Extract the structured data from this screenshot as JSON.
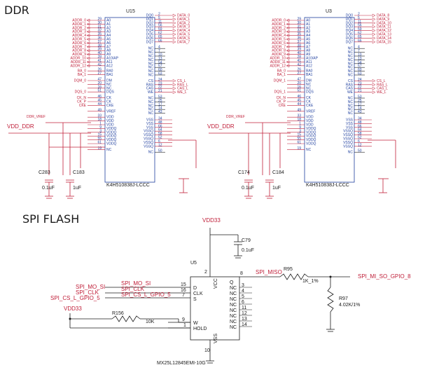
{
  "sections": {
    "ddr": "DDR",
    "spi": "SPI FLASH"
  },
  "ddr": {
    "u15": {
      "ref": "U15",
      "part": "K4H510838J-LCCC",
      "left_pins": [
        {
          "net": "ADDR_0",
          "num": "29",
          "name": "A0"
        },
        {
          "net": "ADDR_1",
          "num": "30",
          "name": "A1"
        },
        {
          "net": "ADDR_2",
          "num": "31",
          "name": "A2"
        },
        {
          "net": "ADDR_3",
          "num": "32",
          "name": "A3"
        },
        {
          "net": "ADDR_4",
          "num": "35",
          "name": "A4"
        },
        {
          "net": "ADDR_5",
          "num": "36",
          "name": "A5"
        },
        {
          "net": "ADDR_6",
          "num": "37",
          "name": "A6"
        },
        {
          "net": "ADDR_7",
          "num": "38",
          "name": "A7"
        },
        {
          "net": "ADDR_8",
          "num": "39",
          "name": "A8"
        },
        {
          "net": "ADDR_9",
          "num": "40",
          "name": "A9"
        },
        {
          "net": "ADDR_10",
          "num": "28",
          "name": "A10/AP"
        },
        {
          "net": "ADDR_11",
          "num": "41",
          "name": "A11"
        },
        {
          "net": "ADDR_12",
          "num": "42",
          "name": "A12"
        }
      ],
      "ba_pins": [
        {
          "net": "BA_0",
          "num": "26",
          "name": "BA0"
        },
        {
          "net": "BA_1",
          "num": "27",
          "name": "BA1"
        }
      ],
      "dm_pins": [
        {
          "net": "DQM_0",
          "num": "47",
          "name": "DM"
        },
        {
          "net": "",
          "num": "20",
          "name": "NC"
        },
        {
          "net": "",
          "num": "16",
          "name": "NC"
        },
        {
          "net": "DQS_0",
          "num": "51",
          "name": "DQS"
        }
      ],
      "clk_pins": [
        {
          "net": "CK_N",
          "num": "46",
          "name": "CK"
        },
        {
          "net": "CK_P",
          "num": "45",
          "name": "CK"
        },
        {
          "net": "CKE",
          "num": "44",
          "name": "CKE"
        }
      ],
      "vref": {
        "net": "DDR_VREF",
        "num": "49",
        "name": "VREF"
      },
      "vdd_pins": [
        {
          "num": "33",
          "name": "VDD"
        },
        {
          "num": "18",
          "name": "VDD"
        },
        {
          "num": "1",
          "name": "VDD"
        },
        {
          "num": "9",
          "name": "VDDQ"
        },
        {
          "num": "3",
          "name": "VDDQ"
        },
        {
          "num": "15",
          "name": "VDDQ"
        },
        {
          "num": "55",
          "name": "VDDQ"
        },
        {
          "num": "61",
          "name": "VDDQ"
        }
      ],
      "nc19": {
        "num": "19",
        "name": "NC"
      },
      "right_dq": [
        {
          "name": "DQ0",
          "num": "2",
          "net": "DATA_0"
        },
        {
          "name": "DQ1",
          "num": "5",
          "net": "DATA_1"
        },
        {
          "name": "DQ2",
          "num": "11",
          "net": "DATA_2"
        },
        {
          "name": "DQ3",
          "num": "56",
          "net": "DATA_3"
        },
        {
          "name": "DQ4",
          "num": "59",
          "net": "DATA_4"
        },
        {
          "name": "DQ5",
          "num": "62",
          "net": "DATA_5"
        },
        {
          "name": "DQ6",
          "num": "65",
          "net": "DATA_6"
        },
        {
          "name": "DQ7",
          "num": "66",
          "net": "DATA_7"
        }
      ],
      "right_nc": [
        "4",
        "7",
        "10",
        "13",
        "54",
        "57",
        "60",
        "63"
      ],
      "right_ctl": [
        {
          "name": "CS",
          "num": "24",
          "net": "CS_L"
        },
        {
          "name": "RAS",
          "num": "23",
          "net": "RAS_L"
        },
        {
          "name": "CAS",
          "num": "22",
          "net": "CAS_L"
        },
        {
          "name": "WE",
          "num": "21",
          "net": "WE_L"
        }
      ],
      "right_nc2": [
        "53",
        "25",
        "17",
        "14",
        "43"
      ],
      "right_vss": [
        {
          "name": "VSS",
          "num": "34"
        },
        {
          "name": "VSS",
          "num": "48"
        },
        {
          "name": "VSS",
          "num": "66"
        },
        {
          "name": "VSSQ",
          "num": "64"
        },
        {
          "name": "VSSQ",
          "num": "58"
        },
        {
          "name": "VSSQ",
          "num": "52"
        },
        {
          "name": "VSSQ",
          "num": "6"
        },
        {
          "name": "VSSQ",
          "num": "12"
        }
      ],
      "nc50": {
        "name": "NC",
        "num": "50"
      },
      "caps": [
        {
          "ref": "C283",
          "val": "0.1uF"
        },
        {
          "ref": "C183",
          "val": "1uF"
        }
      ],
      "vdd_net": "VDD_DDR"
    },
    "u3": {
      "ref": "U3",
      "part": "K4H510838J-LCCC",
      "right_nets": [
        "DATA_8",
        "DATA_9",
        "DATA_10",
        "DATA_11",
        "DATA_12",
        "DATA_13",
        "DATA_14",
        "DATA_15"
      ],
      "right_ctl": [
        "CS_L",
        "RAS_L",
        "CAS_L",
        "WE_L"
      ],
      "dqm": "DQM_1",
      "dqs": "DQS_1",
      "caps": [
        {
          "ref": "C174",
          "val": "0.1uF"
        },
        {
          "ref": "C184",
          "val": "1uF"
        }
      ],
      "vdd_net": "VDD_DDR"
    }
  },
  "spi": {
    "vdd_top": "VDD33",
    "cap": {
      "ref": "C79",
      "val": "0.1uF"
    },
    "chip": {
      "ref": "U5",
      "part": "MX25L12845EMI-10G",
      "vcc_pin": "2",
      "vcc": "VCC",
      "vss_pin": "10",
      "vss": "VSS",
      "q_pin": "8",
      "q": "Q",
      "left": [
        {
          "num": "15",
          "name": "D"
        },
        {
          "num": "16",
          "name": "CLK"
        },
        {
          "num": "7",
          "name": "S"
        },
        {
          "num": "9",
          "name": "W"
        },
        {
          "num": "1",
          "name": "HOLD"
        }
      ],
      "nc_pins": [
        "3",
        "4",
        "5",
        "6",
        "11",
        "12",
        "13",
        "14"
      ],
      "nc": "NC"
    },
    "nets": {
      "mo_si_ext": "SPI_MO_SI",
      "clk_ext": "SPI_CLK",
      "cs_ext": "SPI_CS_L_GPIO_5",
      "mo_si_int": "SPI_MO_SI",
      "clk_int": "SPI_CLK",
      "cs_int": "SPI_CS_L_GPIO_5",
      "vdd_left": "VDD33",
      "miso": "SPI_MISO",
      "miso_ext": "SPI_MI_SO_GPIO_8"
    },
    "r156": {
      "ref": "R156",
      "val": "10K"
    },
    "r95": {
      "ref": "R95",
      "val": "1K_1%"
    },
    "r97": {
      "ref": "R97",
      "val": "4.02K/1%"
    }
  }
}
